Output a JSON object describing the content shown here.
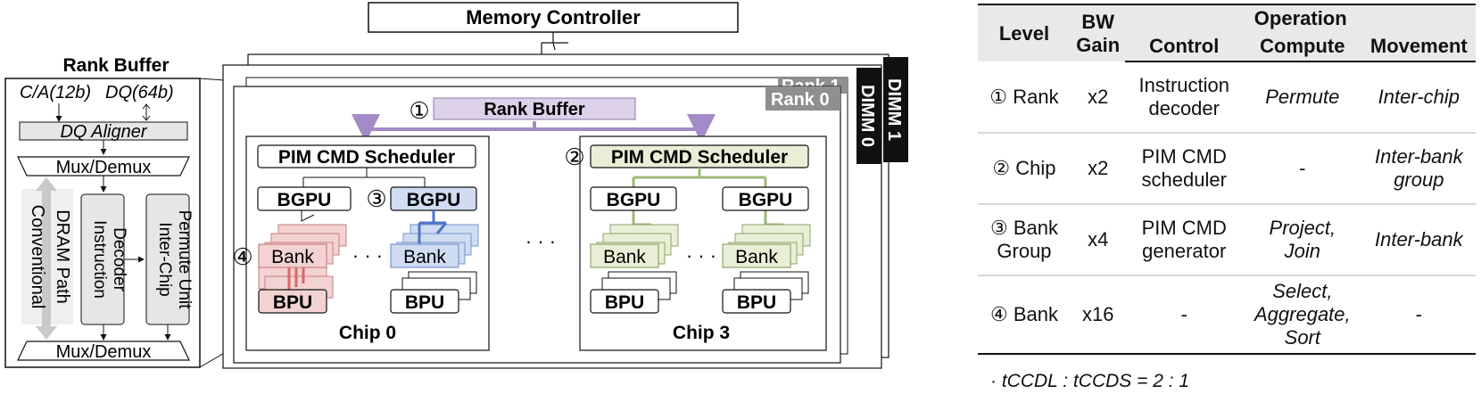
{
  "diagram": {
    "memory_controller": "Memory Controller",
    "rank_buffer_title": "Rank Buffer",
    "ca_label": "C/A(12b)",
    "dq_label": "DQ(64b)",
    "dq_aligner": "DQ Aligner",
    "mux_demux": "Mux/Demux",
    "dram_path": "Conventional DRAM Path",
    "dram_path_line1": "Conventional",
    "dram_path_line2": "DRAM Path",
    "instr_decoder_line1": "Instruction",
    "instr_decoder_line2": "Decoder",
    "permute_line1": "Inter-Chip",
    "permute_line2": "Permute Unit",
    "dimm1": "DIMM 1",
    "dimm0": "DIMM 0",
    "rank1": "Rank 1",
    "rank0": "Rank 0",
    "rank_buffer": "Rank Buffer",
    "scheduler": "PIM CMD Scheduler",
    "bgpu": "BGPU",
    "bank": "Bank",
    "bpu": "BPU",
    "ellipsis": "· · ·",
    "chip0": "Chip 0",
    "chip3": "Chip 3",
    "n1": "①",
    "n2": "②",
    "n3": "③",
    "n4": "④",
    "colors": {
      "rank_buffer_fill": "#ddd2ea",
      "purple": "#a48ac6",
      "green_fill": "#e8efd6",
      "green": "#9db87a",
      "blue_fill": "#cfdcf2",
      "blue": "#4f74c8",
      "red_fill": "#f3d2d2",
      "red": "#d86868",
      "grey_bar": "#8f8f8f",
      "panel_grey": "#e6e6e6"
    }
  },
  "table": {
    "headers": {
      "level": "Level",
      "bw_gain_l1": "BW",
      "bw_gain_l2": "Gain",
      "operation": "Operation",
      "control": "Control",
      "compute": "Compute",
      "movement": "Movement"
    },
    "rows": [
      {
        "level_l1": "① Rank",
        "level_l2": "",
        "gain": "x2",
        "control_l1": "Instruction",
        "control_l2": "decoder",
        "compute_l1": "Permute",
        "compute_l2": "",
        "compute_l3": "",
        "movement_l1": "Inter-chip",
        "movement_l2": ""
      },
      {
        "level_l1": "② Chip",
        "level_l2": "",
        "gain": "x2",
        "control_l1": "PIM CMD",
        "control_l2": "scheduler",
        "compute_l1": "-",
        "compute_l2": "",
        "compute_l3": "",
        "movement_l1": "Inter-bank",
        "movement_l2": "group"
      },
      {
        "level_l1": "③ Bank",
        "level_l2": "Group",
        "gain": "x4",
        "control_l1": "PIM CMD",
        "control_l2": "generator",
        "compute_l1": "Project,",
        "compute_l2": "Join",
        "compute_l3": "",
        "movement_l1": "Inter-bank",
        "movement_l2": ""
      },
      {
        "level_l1": "④ Bank",
        "level_l2": "",
        "gain": "x16",
        "control_l1": "-",
        "control_l2": "",
        "compute_l1": "Select,",
        "compute_l2": "Aggregate,",
        "compute_l3": "Sort",
        "movement_l1": "-",
        "movement_l2": ""
      }
    ],
    "footnote": "· tCCDL : tCCDS = 2 : 1"
  }
}
